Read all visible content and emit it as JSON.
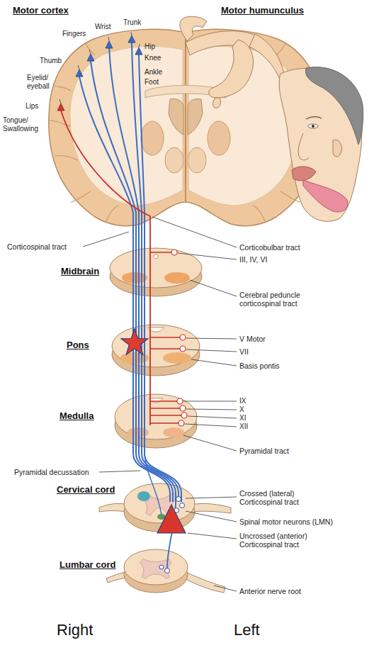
{
  "diagram": {
    "labels": [
      "Motor cortex",
      "Motor humunculus",
      "Wrist",
      "Trunk",
      "Fingers",
      "Hip",
      "Knee",
      "Thumb",
      "Eyelid/ eyeball",
      "Ankle",
      "Foot",
      "Lips",
      "Tongue/ Swallowing",
      "Corticospinal tract",
      "Corticobulbar tract",
      "III, IV, VI",
      "Midbrain",
      "Cerebral peduncle corticospinal tract",
      "Pons",
      "V Motor",
      "VII",
      "Basis pontis",
      "Medulla",
      "IX",
      "X",
      "XI",
      "XII",
      "Pyramidal tract",
      "Pyramidal decussation",
      "Cervical cord",
      "Crossed (lateral) Corticospinal tract",
      "Spinal motor neurons (LMN)",
      "Uncrossed (anterior) Corticospinal tract",
      "Lumbar cord",
      "Anterior nerve root",
      "Right",
      "Left"
    ]
  }
}
